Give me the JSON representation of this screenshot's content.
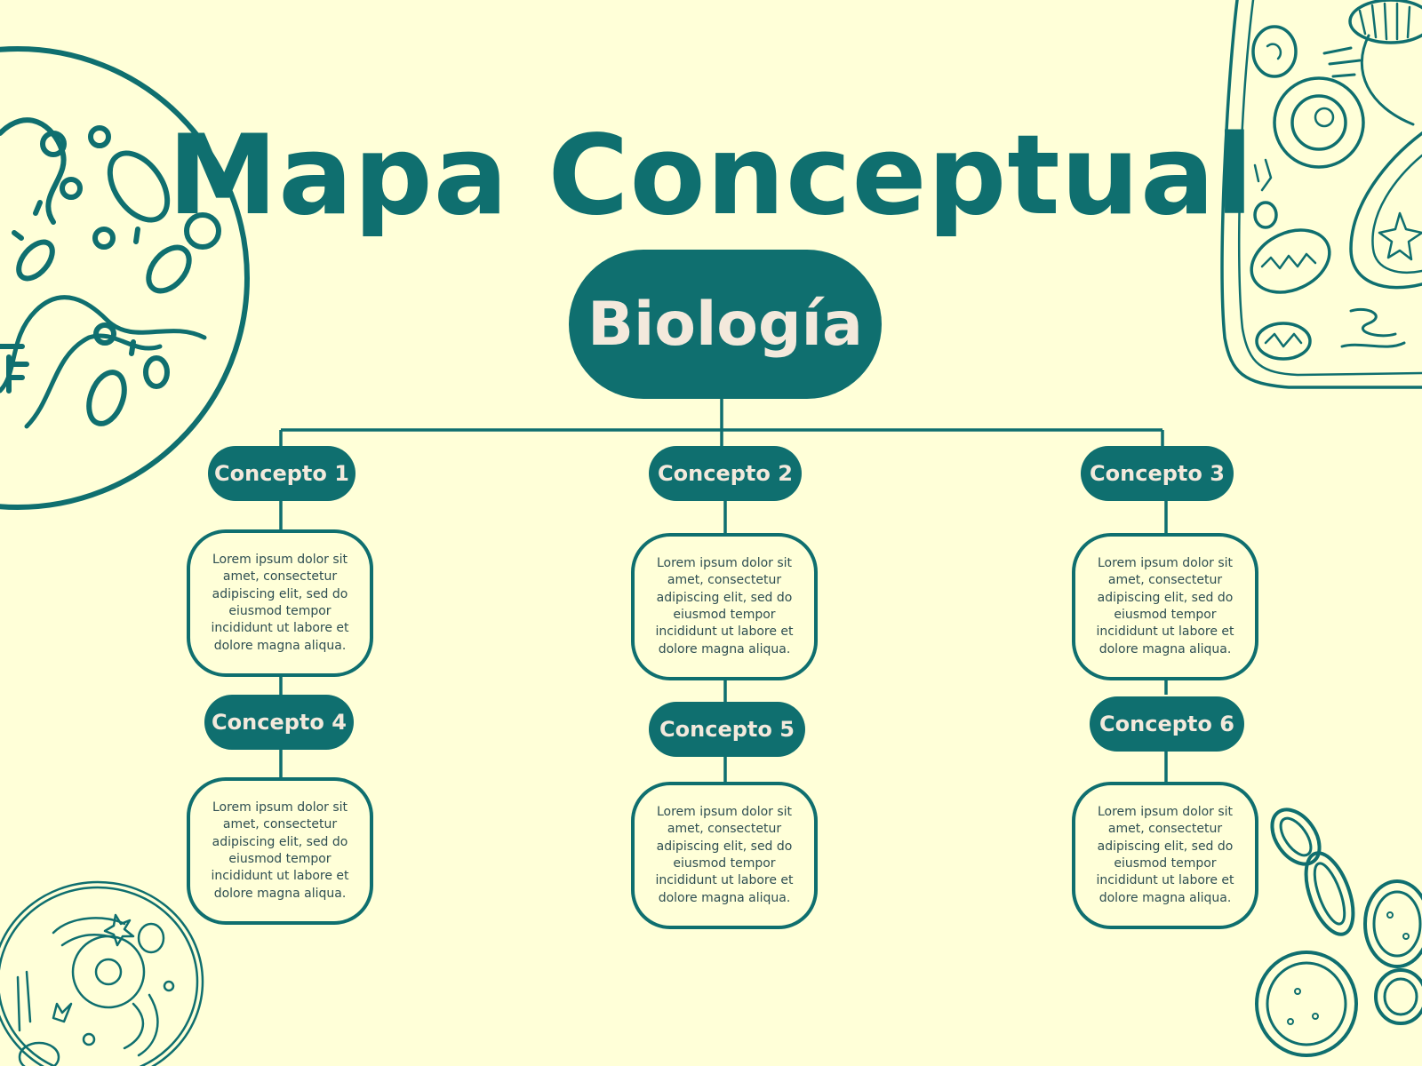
{
  "colors": {
    "background": "#ffffd8",
    "accent": "#0f6f6f",
    "light_text": "#f3e9dc",
    "body_text": "#2e4e52"
  },
  "title": "Mapa Conceptual",
  "root": "Biología",
  "concepts": [
    {
      "label": "Concepto 1",
      "text": "Lorem ipsum dolor sit amet, consectetur adipiscing elit, sed do eiusmod tempor incididunt ut labore et dolore magna aliqua."
    },
    {
      "label": "Concepto 2",
      "text": "Lorem ipsum dolor sit amet, consectetur adipiscing elit, sed do eiusmod tempor incididunt ut labore et dolore magna aliqua."
    },
    {
      "label": "Concepto 3",
      "text": "Lorem ipsum dolor sit amet, consectetur adipiscing elit, sed do eiusmod tempor incididunt ut labore et dolore magna aliqua."
    },
    {
      "label": "Concepto 4",
      "text": "Lorem ipsum dolor sit amet, consectetur adipiscing elit, sed do eiusmod tempor incididunt ut labore et dolore magna aliqua."
    },
    {
      "label": "Concepto 5",
      "text": "Lorem ipsum dolor sit amet, consectetur adipiscing elit, sed do eiusmod tempor incididunt ut labore et dolore magna aliqua."
    },
    {
      "label": "Concepto 6",
      "text": "Lorem ipsum dolor sit amet, consectetur adipiscing elit, sed do eiusmod tempor incididunt ut labore et dolore magna aliqua."
    }
  ],
  "decorations": [
    "cell-icon",
    "plant-cell-icon",
    "animal-cell-icon",
    "mitochondria-icon"
  ]
}
